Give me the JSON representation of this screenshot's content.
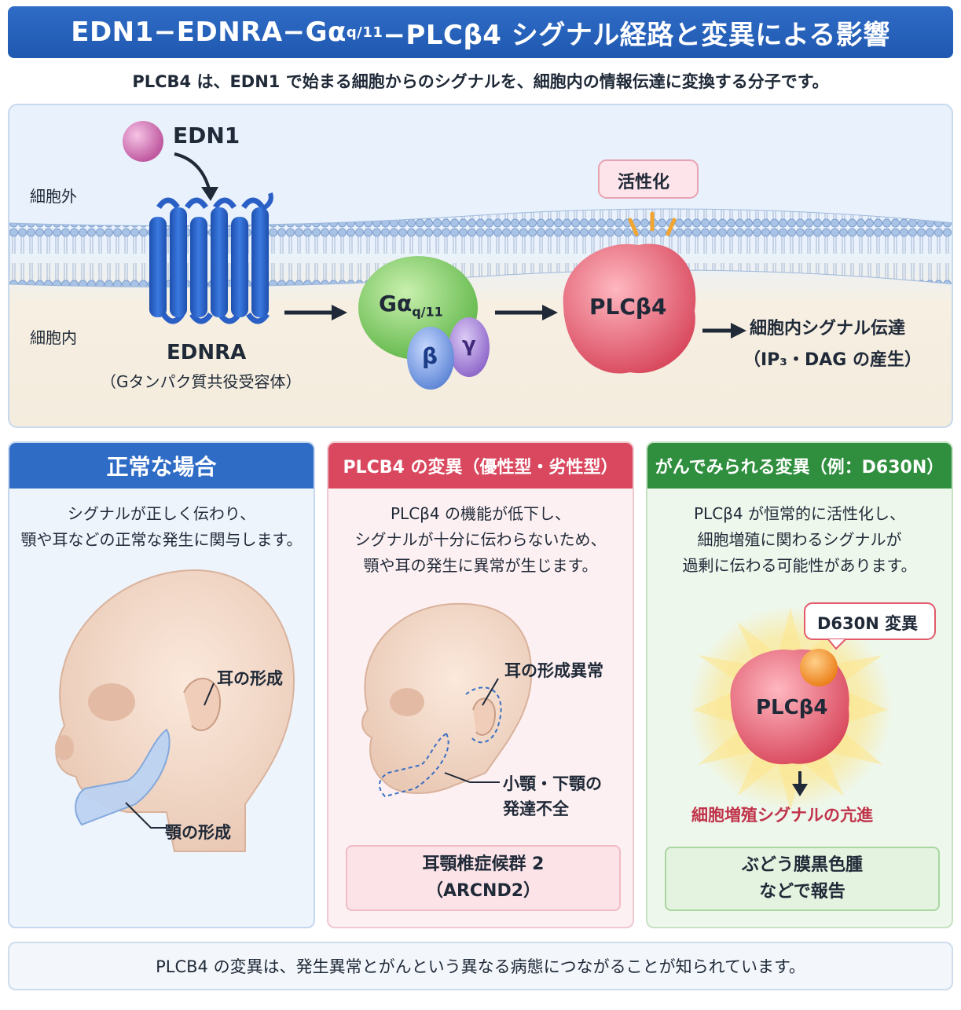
{
  "title": {
    "main": "EDN1−EDNRA−Gα",
    "sub": "q/11",
    "rest": "−PLCβ4 シグナル経路と変異による影響"
  },
  "subtitle": "PLCB4 は、EDN1 で始まる細胞からのシグナルを、細胞内の情報伝達に変換する分子です。",
  "pathway": {
    "edn1": "EDN1",
    "outside": "細胞外",
    "inside": "細胞内",
    "receptor_name": "EDNRA",
    "receptor_desc": "（Gタンパク質共役受容体）",
    "g_alpha": "Gα",
    "g_alpha_sub": "q/11",
    "g_beta": "β",
    "g_gamma": "γ",
    "activation": "活性化",
    "plcb4": "PLCβ4",
    "output_line1": "細胞内シグナル伝達",
    "output_line2": "（IP₃・DAG の産生）"
  },
  "cards": {
    "normal": {
      "header": "正常な場合",
      "text_line1": "シグナルが正しく伝わり、",
      "text_line2": "顎や耳などの正常な発生に関与します。",
      "ear_label": "耳の形成",
      "jaw_label": "顎の形成"
    },
    "loss": {
      "header": "PLCB4 の変異（優性型・劣性型）",
      "text_line1": "PLCβ4 の機能が低下し、",
      "text_line2": "シグナルが十分に伝わらないため、",
      "text_line3": "顎や耳の発生に異常が生じます。",
      "ear_label": "耳の形成異常",
      "jaw_label_line1": "小顎・下顎の",
      "jaw_label_line2": "発達不全",
      "syndrome_line1": "耳顎椎症候群 2",
      "syndrome_line2": "（ARCND2）"
    },
    "cancer": {
      "header": "がんでみられる変異（例：D630N）",
      "text_line1": "PLCβ4 が恒常的に活性化し、",
      "text_line2": "細胞増殖に関わるシグナルが",
      "text_line3": "過剰に伝わる可能性があります。",
      "mutation_label": "D630N 変異",
      "enzyme_label": "PLCβ4",
      "result_label": "細胞増殖シグナルの亢進",
      "report_line1": "ぶどう膜黒色腫",
      "report_line2": "などで報告"
    }
  },
  "footer": "PLCB4 の変異は、発生異常とがんという異なる病態につながることが知られています。",
  "colors": {
    "blue": "#2563c4",
    "red": "#d9485f",
    "green": "#2f8f3e"
  }
}
